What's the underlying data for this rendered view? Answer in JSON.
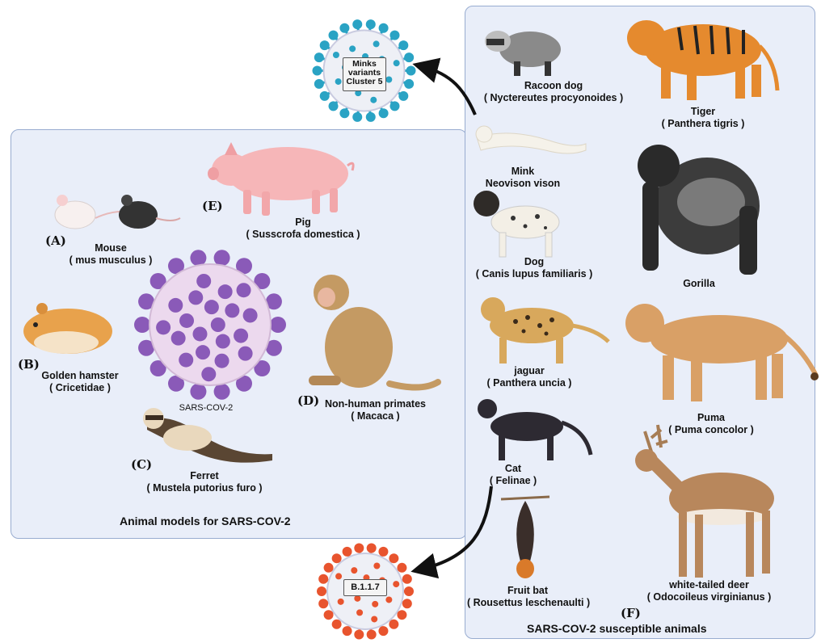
{
  "left_panel": {
    "title": "Animal models for SARS-COV-2",
    "virus_label": "SARS-COV-2",
    "animals": {
      "mouse": {
        "letter": "(A)",
        "name": "Mouse",
        "latin": "( mus musculus )"
      },
      "hamster": {
        "letter": "(B)",
        "name": "Golden hamster",
        "latin": "( Cricetidae )"
      },
      "ferret": {
        "letter": "(C)",
        "name": "Ferret",
        "latin": "( Mustela putorius furo )"
      },
      "macaca": {
        "letter": "(D)",
        "name": "Non-human primates",
        "latin": "( Macaca )"
      },
      "pig": {
        "letter": "(E)",
        "name": "Pig",
        "latin": "( Susscrofa domestica )"
      }
    }
  },
  "right_panel": {
    "title": "SARS-COV-2 susceptible animals",
    "letter": "(F)",
    "animals": {
      "racoon_dog": {
        "name": "Racoon dog",
        "latin": "( Nyctereutes procyonoides )"
      },
      "tiger": {
        "name": "Tiger",
        "latin": "( Panthera tigris )"
      },
      "mink": {
        "name": "Mink",
        "latin": "Neovison vison"
      },
      "dog": {
        "name": "Dog",
        "latin": "( Canis lupus familiaris )"
      },
      "gorilla": {
        "name": "Gorilla"
      },
      "jaguar": {
        "name": "jaguar",
        "latin": "( Panthera uncia )"
      },
      "puma": {
        "name": "Puma",
        "latin": "( Puma concolor )"
      },
      "cat": {
        "name": "Cat",
        "latin": "( Felinae )"
      },
      "fruit_bat": {
        "name": "Fruit bat",
        "latin": "( Rousettus leschenaulti )"
      },
      "deer": {
        "name": "white-tailed deer",
        "latin": "( Odocoileus virginianus )"
      }
    }
  },
  "variants": {
    "minks": {
      "line1": "Minks",
      "line2": "variants",
      "line3": "Cluster 5",
      "color": "#2aa3c4"
    },
    "b117": {
      "label": "B.1.1.7",
      "color": "#e8542e"
    }
  },
  "colors": {
    "panel_bg": "#e9eef9",
    "panel_border": "#98acd0",
    "sars_spike": "#8a5ab8"
  }
}
